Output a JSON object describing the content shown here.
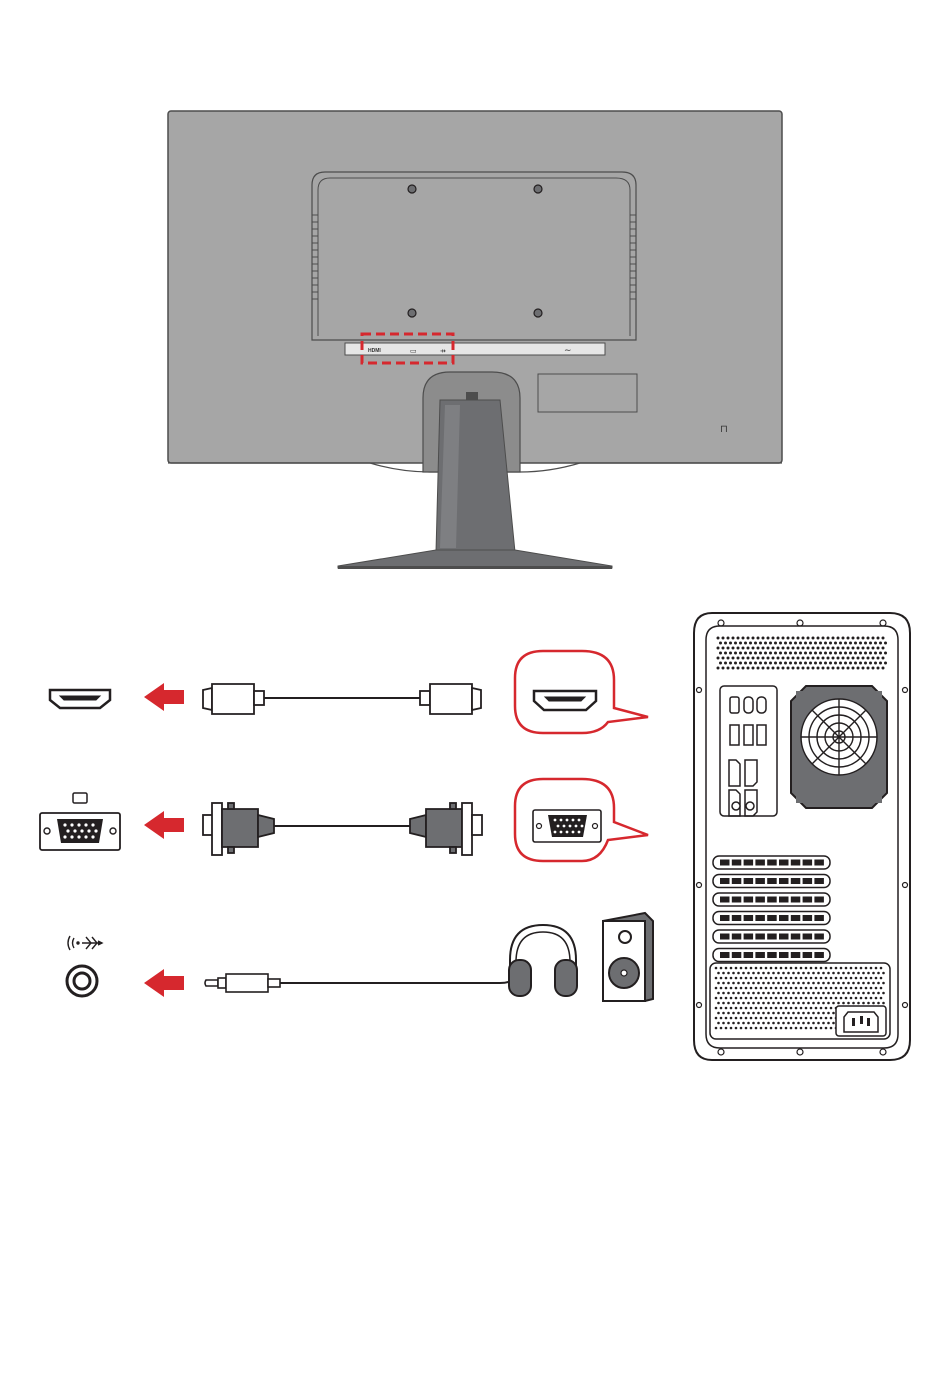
{
  "colors": {
    "monitor_body": "#a6a6a6",
    "monitor_dark": "#6d6e71",
    "stand": "#7a7b7d",
    "accent_red": "#d6282e",
    "outline": "#231f20",
    "port_label_bg": "#e6e6e6"
  },
  "monitor": {
    "port_labels": {
      "hdmi": "HDMI",
      "vga_glyph": "▭",
      "audio_glyph": "⇸",
      "power_glyph": "∼"
    },
    "lock_glyph": "⊓"
  },
  "connections": [
    {
      "id": "hdmi",
      "port_icon": "hdmi-port-icon",
      "cable": "hdmi-cable",
      "target": "hdmi-port-callout"
    },
    {
      "id": "vga",
      "port_icon": "vga-port-icon",
      "cable": "vga-cable",
      "target": "vga-port-callout"
    },
    {
      "id": "audio",
      "port_icon": "audio-out-icon",
      "cable": "audio-cable",
      "target": [
        "headphones-icon",
        "speaker-icon"
      ]
    }
  ],
  "icons": {
    "audio_label": "((·→)→"
  }
}
